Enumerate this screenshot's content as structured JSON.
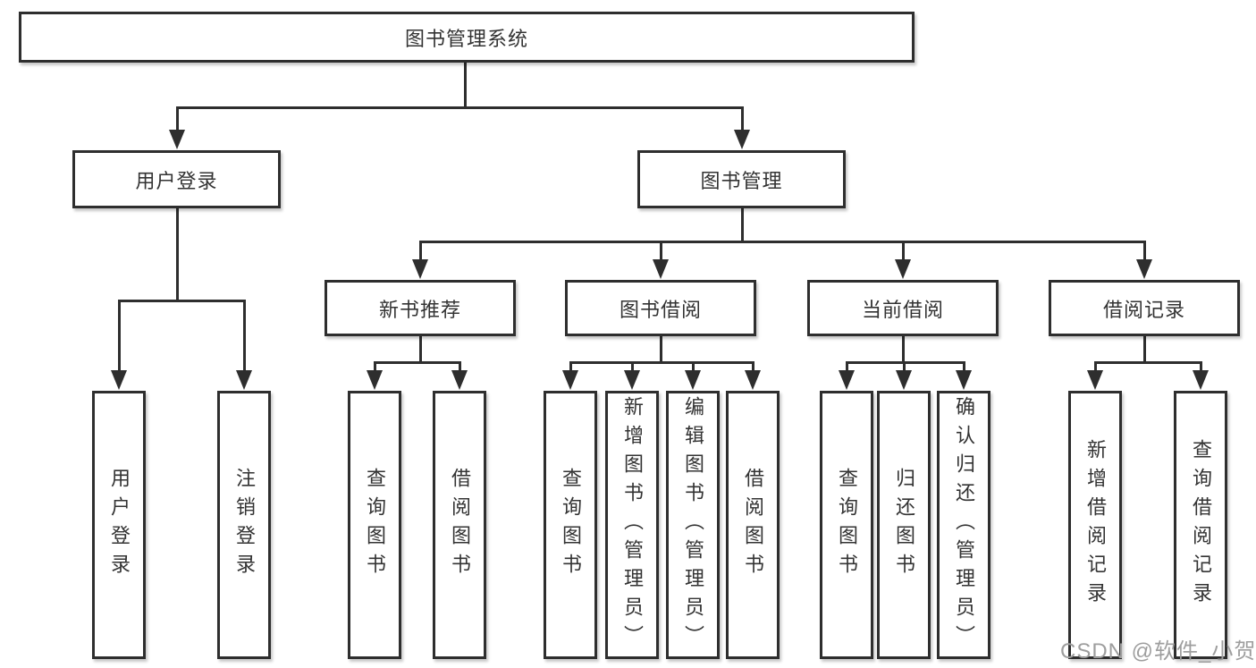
{
  "diagram_type": "hierarchy-tree",
  "tree": {
    "root": {
      "label": "图书管理系统"
    },
    "level2": [
      {
        "label": "用户登录",
        "children": [
          {
            "label": "用户登录"
          },
          {
            "label": "注销登录"
          }
        ]
      },
      {
        "label": "图书管理",
        "children": [
          {
            "label": "新书推荐",
            "children": [
              {
                "label": "查询图书"
              },
              {
                "label": "借阅图书"
              }
            ]
          },
          {
            "label": "图书借阅",
            "children": [
              {
                "label": "查询图书"
              },
              {
                "label": "新增图书（管理员）"
              },
              {
                "label": "编辑图书（管理员）"
              },
              {
                "label": "借阅图书"
              }
            ]
          },
          {
            "label": "当前借阅",
            "children": [
              {
                "label": "查询图书"
              },
              {
                "label": "归还图书"
              },
              {
                "label": "确认归还（管理员）"
              }
            ]
          },
          {
            "label": "借阅记录",
            "children": [
              {
                "label": "新增借阅记录"
              },
              {
                "label": "查询借阅记录"
              }
            ]
          }
        ]
      }
    ]
  },
  "watermark": "CSDN @软件_小贺同学",
  "colors": {
    "line": "#2e2e2e",
    "text": "#333333",
    "box_background": "#ffffff",
    "page_background": "#ffffff",
    "watermark": "#9e9e9e"
  }
}
